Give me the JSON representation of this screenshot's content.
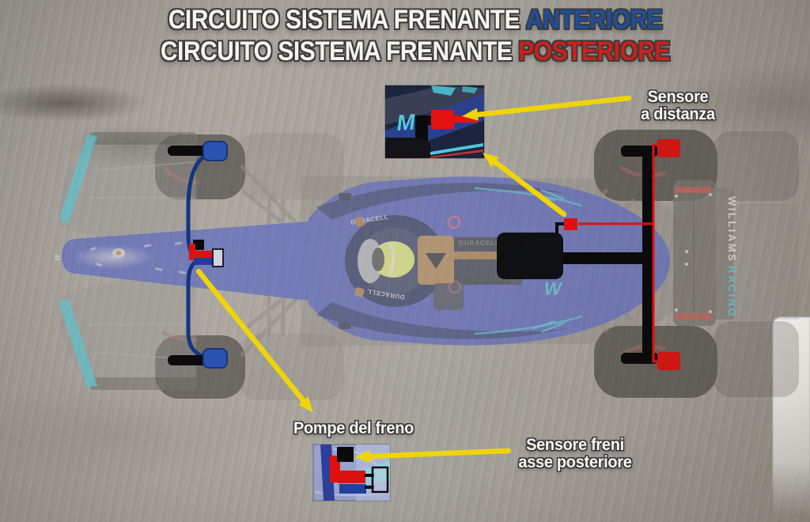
{
  "title": {
    "line1_prefix": "CIRCUITO SISTEMA FRENANTE",
    "line1_highlight": "ANTERIORE",
    "line2_prefix": "CIRCUITO SISTEMA FRENANTE",
    "line2_highlight": "POSTERIORE"
  },
  "annotations": {
    "remote_sensor_line1": "Sensore",
    "remote_sensor_line2": "a distanza",
    "brake_pumps": "Pompe del freno",
    "rear_sensor_line1": "Sensore freni",
    "rear_sensor_line2": "asse posteriore"
  },
  "car": {
    "rear_wing_name": "WILLIAMS",
    "rear_wing_name2": "RACING",
    "halo_sponsor_top": "DURACELL",
    "halo_sponsor_bottom": "DURACELL",
    "engine_cover_sponsor": "DURACELL",
    "sidepod_logo": "W",
    "nose_tip_logo": "w",
    "inset_bodywork_letter": "M"
  },
  "colors": {
    "front_circuit_blue": "#15357e",
    "rear_circuit_red": "#e01010",
    "title_front_blue": "#1d4fa0",
    "title_rear_red": "#cf1f1c",
    "arrow_yellow": "#efd40a",
    "team_teal": "#57c8d8",
    "asphalt_gray": "#a5a19b"
  }
}
